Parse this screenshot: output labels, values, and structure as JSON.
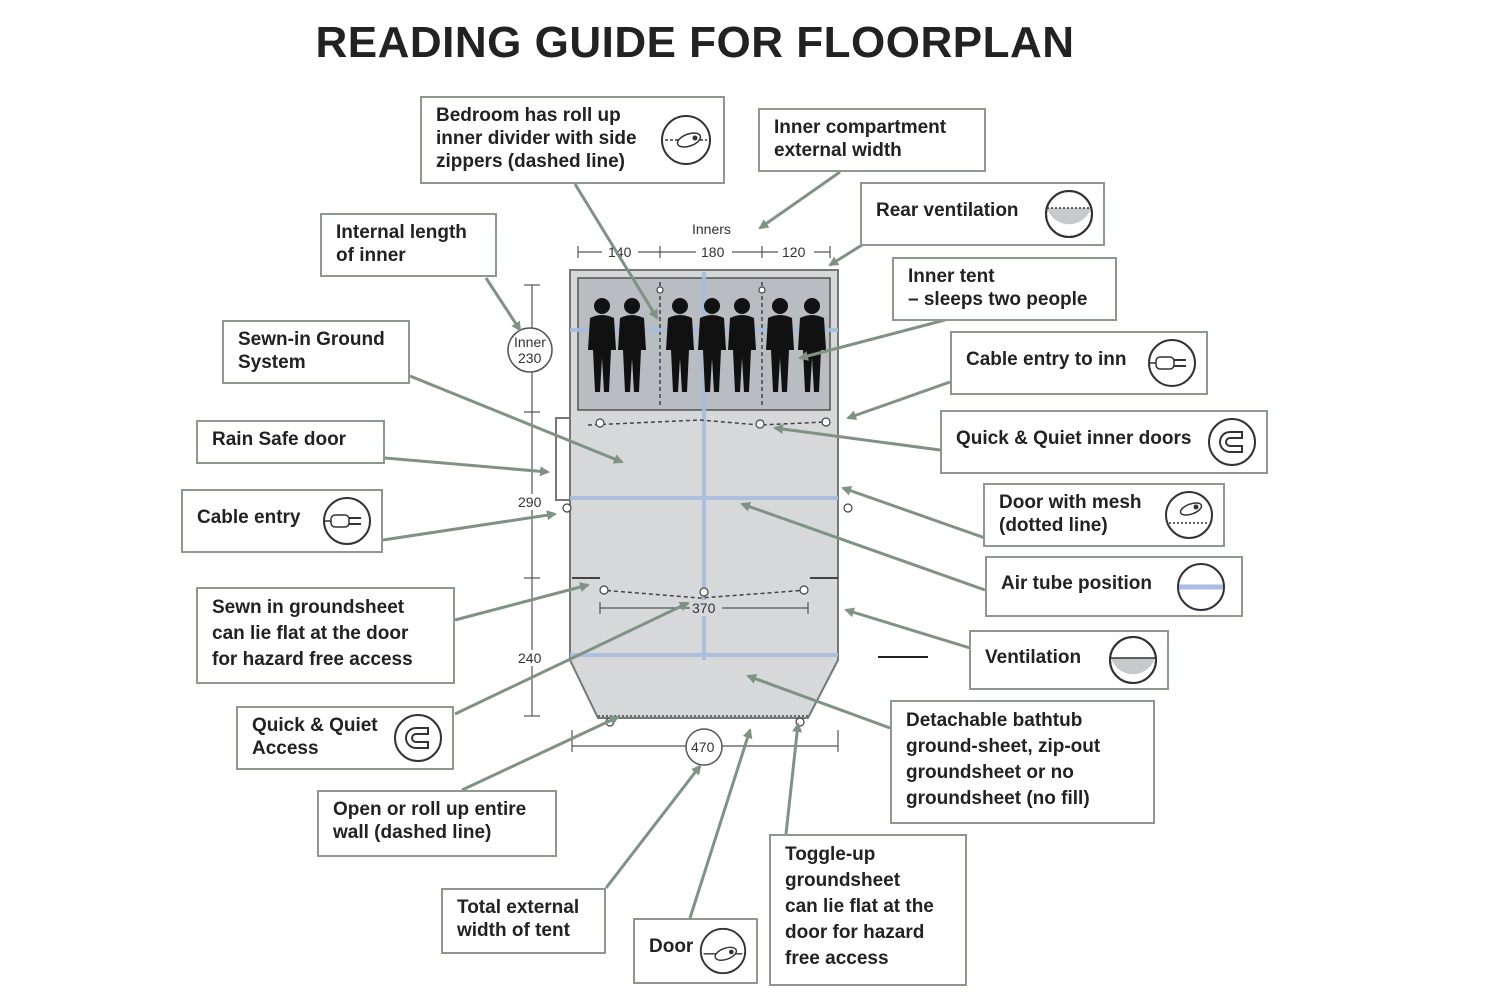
{
  "title": "READING GUIDE FOR FLOORPLAN",
  "labels": {
    "bedroom_divider": "Bedroom has roll up\ninner divider with side\nzippers (dashed line)",
    "inner_ext_width": "Inner compartment\nexternal width",
    "rear_ventilation": "Rear ventilation",
    "internal_length": "Internal length\nof inner",
    "inner_tent": "Inner tent\n– sleeps two people",
    "sewn_in_ground": "Sewn-in Ground\nSystem",
    "cable_entry_inner": "Cable entry to inn",
    "rain_safe": "Rain Safe door",
    "qq_inner_doors": "Quick & Quiet inner doors",
    "cable_entry": "Cable entry",
    "door_mesh": "Door with mesh\n(dotted line)",
    "air_tube": "Air tube position",
    "sewn_groundsheet": "Sewn in groundsheet\ncan lie flat at the door\nfor hazard free access",
    "ventilation": "Ventilation",
    "qq_access": "Quick & Quiet\nAccess",
    "bathtub": "Detachable bathtub\nground-sheet, zip-out\ngroundsheet or no\ngroundsheet (no fill)",
    "open_roll_wall": "Open or roll up entire\nwall (dashed line)",
    "total_ext_width": "Total external\nwidth of tent",
    "door": "Door",
    "toggle_up": "Toggle-up\ngroundsheet\ncan lie flat at the\ndoor for hazard\nfree access"
  },
  "dimensions": {
    "inners_label": "Inners",
    "inner_widths": [
      "140",
      "180",
      "120"
    ],
    "inner_badge_line1": "Inner",
    "inner_badge_line2": "230",
    "side_290": "290",
    "side_240": "240",
    "width_370": "370",
    "width_470": "470"
  },
  "colors": {
    "leader": "#7f9283",
    "box_border": "#8c9a8e",
    "floor_fill": "#d7d8da",
    "inner_fill": "#b9bcc0",
    "air_tube": "#a9bde0",
    "person": "#111111"
  },
  "icons": [
    "divider-zip-icon",
    "vent-icon",
    "cable-plug-icon",
    "magnet-icon",
    "mesh-door-icon",
    "air-tube-icon",
    "door-zip-icon"
  ]
}
